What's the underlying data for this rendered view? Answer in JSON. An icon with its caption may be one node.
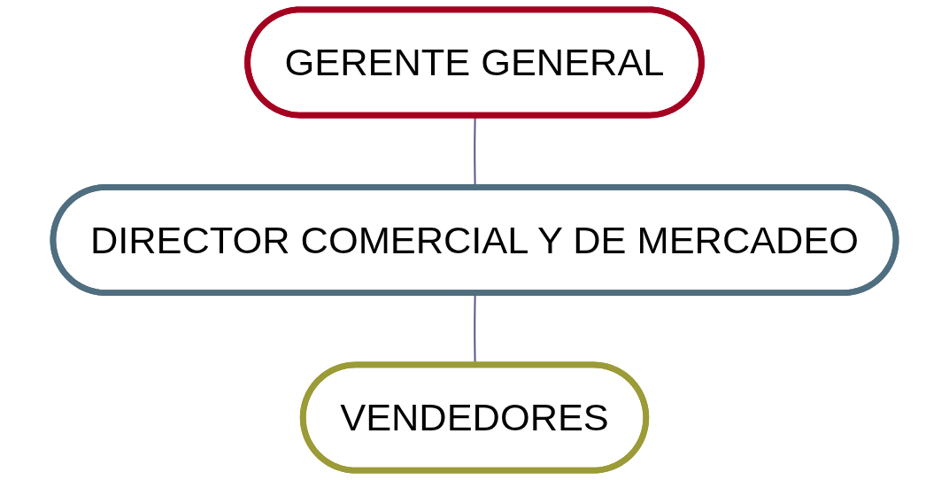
{
  "diagram": {
    "nodes": [
      {
        "text": [
          "GERENTE GENERAL"
        ]
      },
      {
        "text": [
          "DIRECTOR COMERCIAL Y DE MERCADEO"
        ]
      },
      {
        "text": [
          "VENDEDORES"
        ]
      }
    ],
    "edges": [
      {
        "from": 0,
        "to": 1,
        "arrow": "none"
      },
      {
        "from": 1,
        "to": 2,
        "arrow": "none"
      }
    ]
  }
}
